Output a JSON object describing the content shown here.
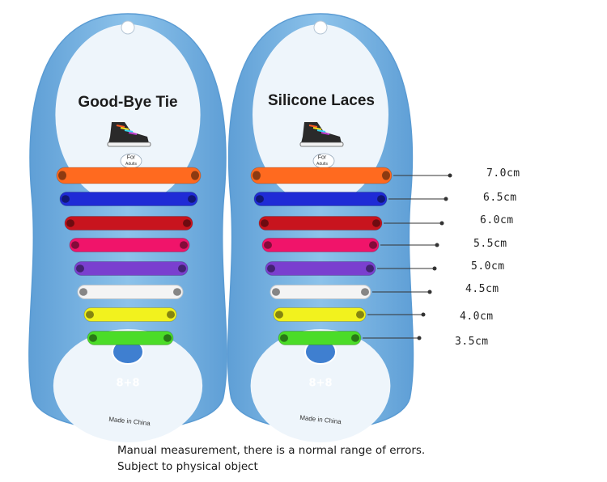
{
  "left_card": {
    "title": "Good-Bye Tie",
    "tag_line1": "For",
    "tag_line2": "Adults",
    "badge": "8+8",
    "made_in": "Made in China"
  },
  "right_card": {
    "title": "Silicone Laces",
    "tag_line1": "For",
    "tag_line2": "Adults",
    "badge": "8+8",
    "made_in": "Made in China"
  },
  "laces": [
    {
      "color": "#ff6a1f",
      "size": "7.0cm"
    },
    {
      "color": "#1f2bd6",
      "size": "6.5cm"
    },
    {
      "color": "#c8141e",
      "size": "6.0cm"
    },
    {
      "color": "#f0146a",
      "size": "5.5cm"
    },
    {
      "color": "#7a3fcf",
      "size": "5.0cm"
    },
    {
      "color": "#f4f4f4",
      "size": "4.5cm"
    },
    {
      "color": "#f2f21e",
      "size": "4.0cm"
    },
    {
      "color": "#4bdc28",
      "size": "3.5cm"
    }
  ],
  "caption": {
    "line1": "Manual measurement, there is a normal range of errors.",
    "line2": "Subject to physical object"
  },
  "colors": {
    "card_blue": "#7eb7e3",
    "card_blue_dark": "#5a9bd3",
    "card_inner": "#eef5fb",
    "badge_blue": "#3f7fd0"
  }
}
